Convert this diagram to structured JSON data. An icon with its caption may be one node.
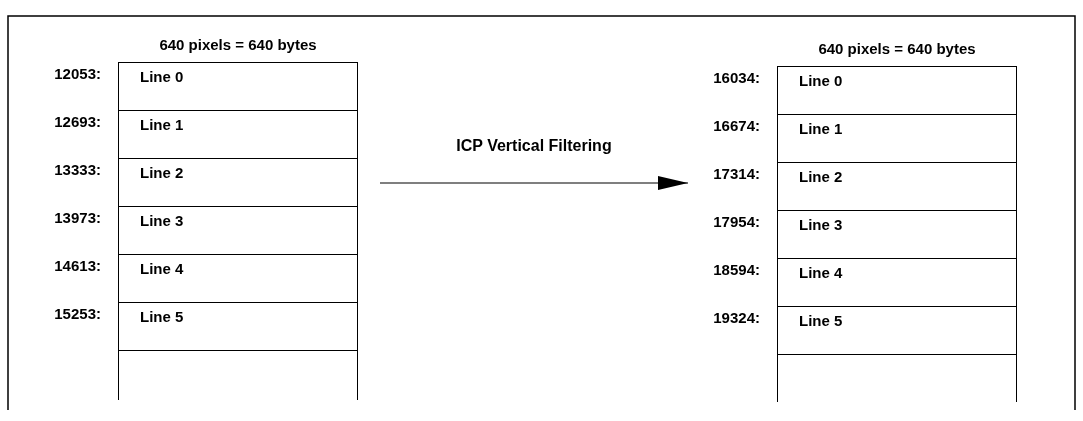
{
  "diagram": {
    "nodes": [
      {
        "text": [
          "640 pixels = 640 bytes"
        ]
      },
      {
        "text": [
          "Line 0"
        ],
        "in": 0,
        "beside": [
          "12053:"
        ]
      },
      {
        "text": [
          "Line 1"
        ],
        "in": 0,
        "beside": [
          "12693:"
        ]
      },
      {
        "text": [
          "Line 2"
        ],
        "in": 0,
        "beside": [
          "13333:"
        ]
      },
      {
        "text": [
          "Line 3"
        ],
        "in": 0,
        "beside": [
          "13973:"
        ]
      },
      {
        "text": [
          "Line 4"
        ],
        "in": 0,
        "beside": [
          "14613:"
        ]
      },
      {
        "text": [
          "Line 5"
        ],
        "in": 0,
        "beside": [
          "15253:"
        ]
      },
      {
        "text": [],
        "shape": "box",
        "in": 0
      },
      {
        "text": [
          "640 pixels = 640 bytes"
        ]
      },
      {
        "text": [
          "Line 0"
        ],
        "in": 8,
        "beside": [
          "16034:"
        ]
      },
      {
        "text": [
          "Line 1"
        ],
        "in": 8,
        "beside": [
          "16674:"
        ]
      },
      {
        "text": [
          "Line 2"
        ],
        "in": 8,
        "beside": [
          "17314:"
        ]
      },
      {
        "text": [
          "Line 3"
        ],
        "in": 8,
        "beside": [
          "17954:"
        ]
      },
      {
        "text": [
          "Line 4"
        ],
        "in": 8,
        "beside": [
          "18594:"
        ]
      },
      {
        "text": [
          "Line 5"
        ],
        "in": 8,
        "beside": [
          "19324:"
        ]
      },
      {
        "text": [],
        "shape": "box",
        "in": 8
      }
    ],
    "edges": [
      {
        "from": 0,
        "to": 11,
        "arrow": "to",
        "label": "ICP Vertical Filtering"
      }
    ]
  }
}
